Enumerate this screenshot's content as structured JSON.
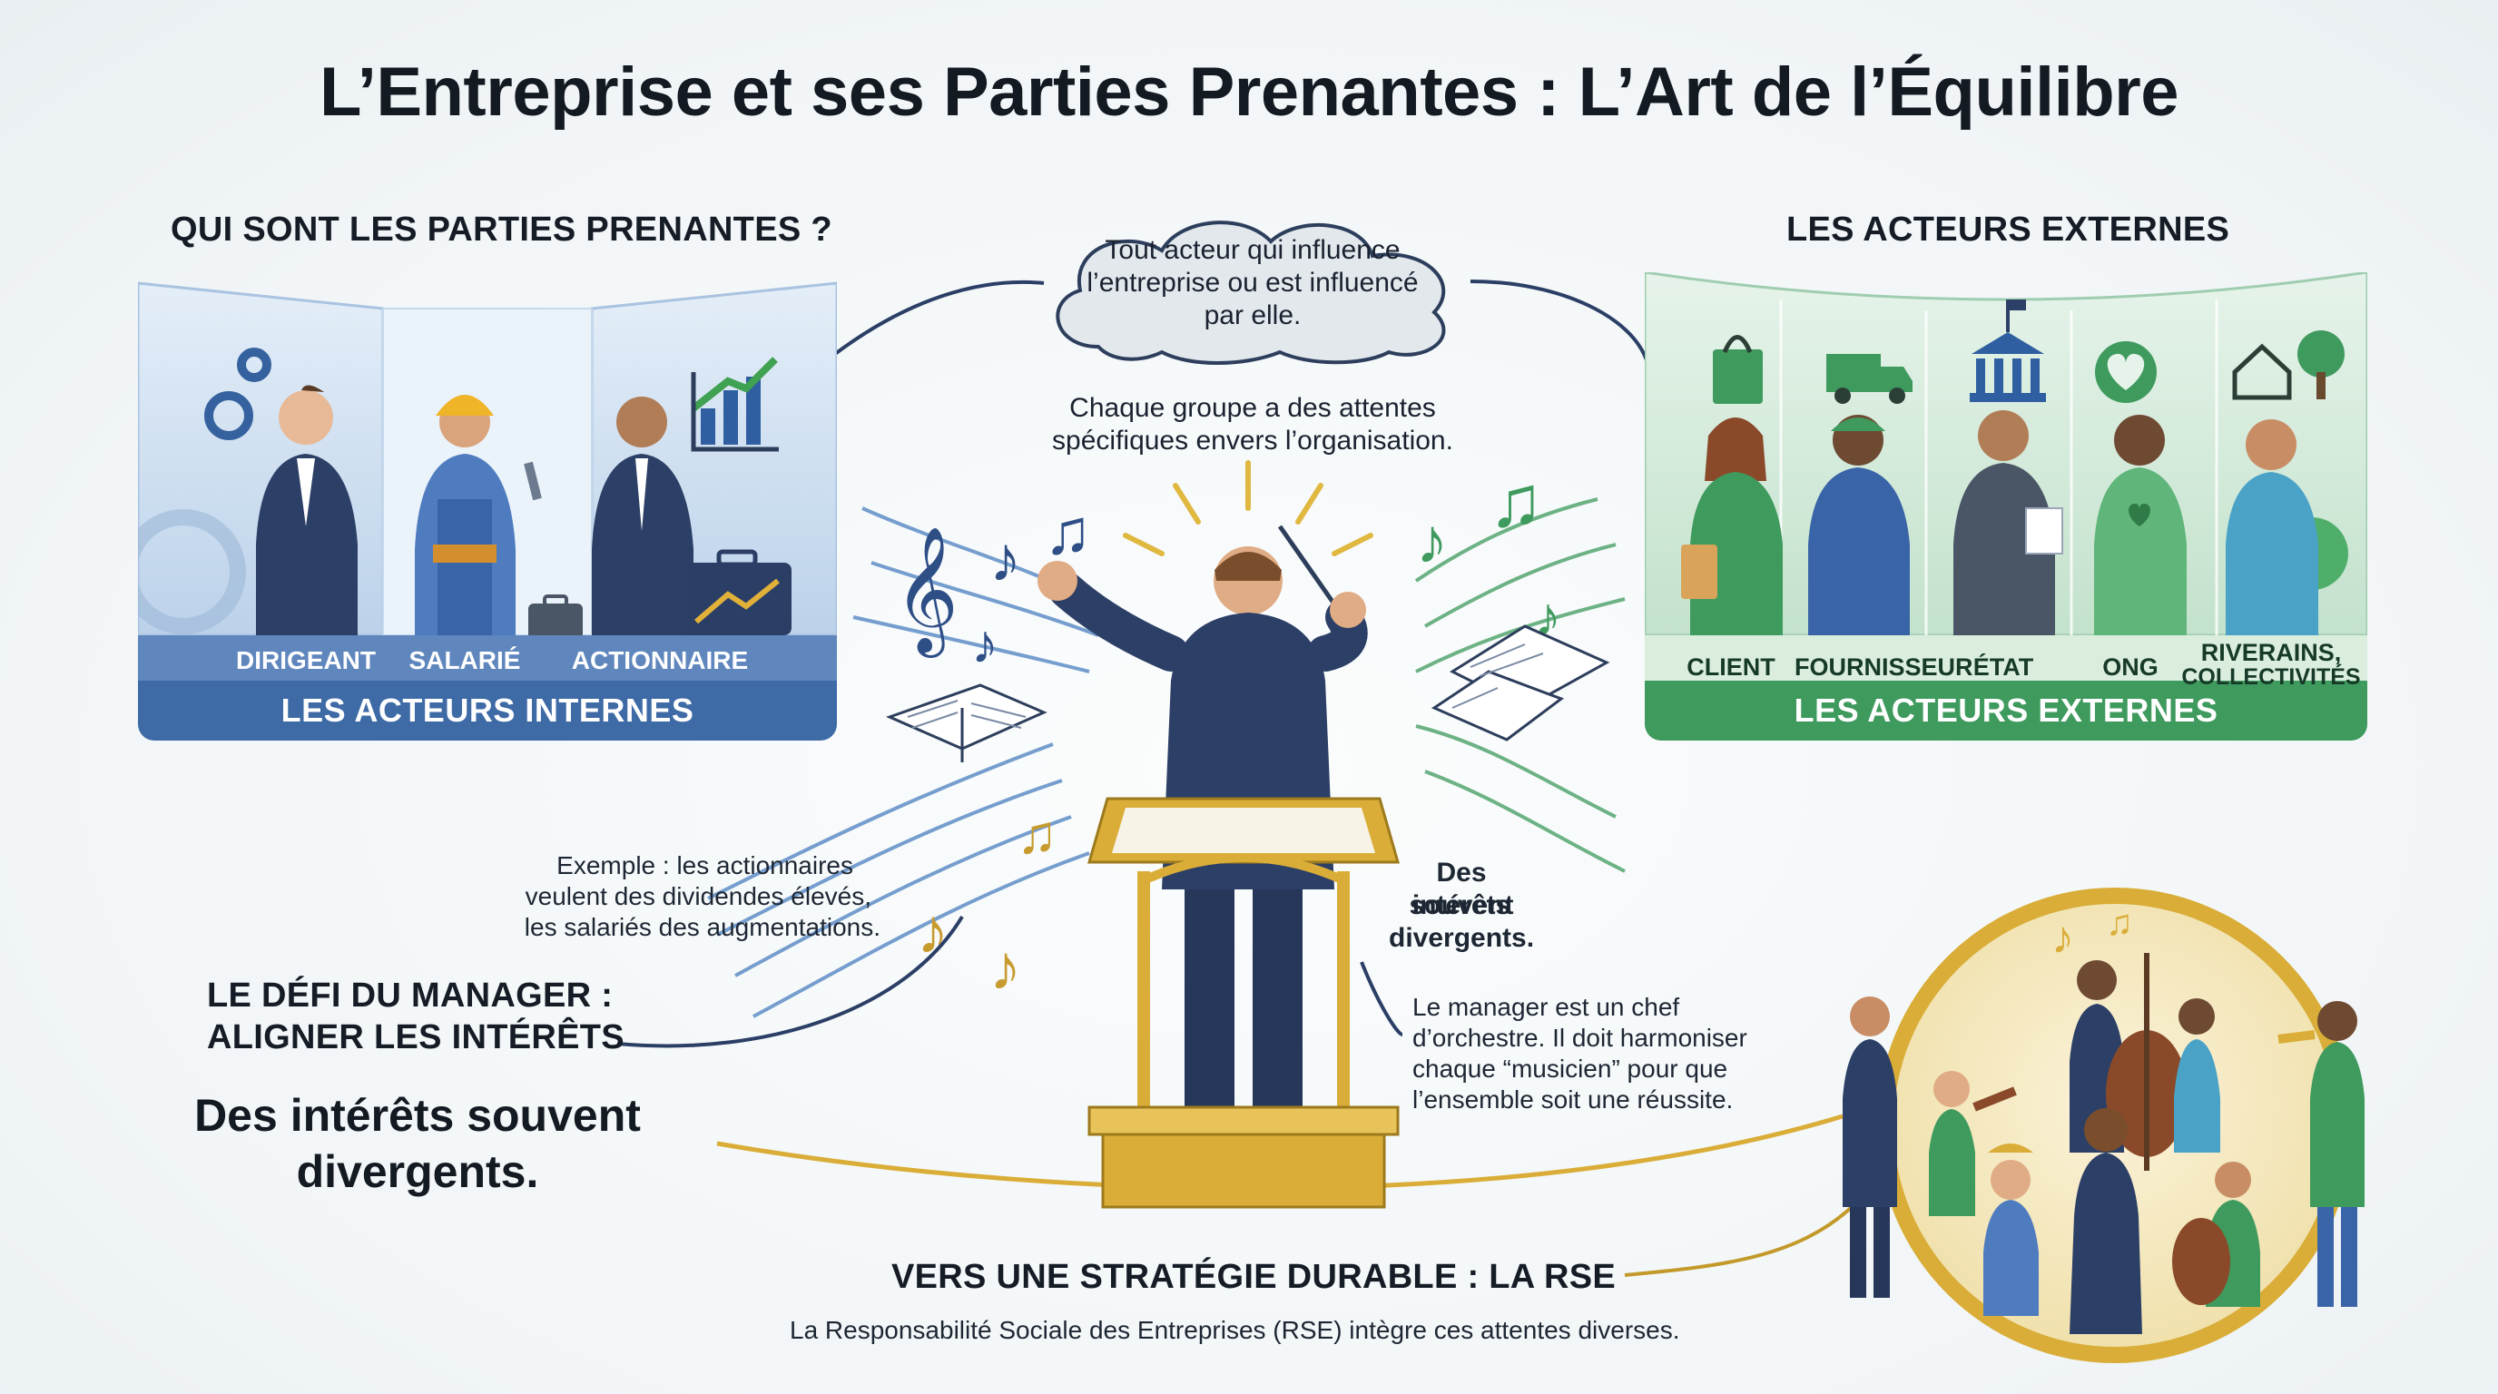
{
  "title": "L’Entreprise et ses Parties Prenantes : L’Art de l’Équilibre",
  "left_panel": {
    "heading": "QUI SONT LES PARTIES PRENANTES ?",
    "roles": [
      "DIRIGEANT",
      "SALARIÉ",
      "ACTIONNAIRE"
    ],
    "band": "LES ACTEURS INTERNES"
  },
  "right_panel": {
    "heading": "LES ACTEURS EXTERNES",
    "roles": [
      "CLIENT",
      "FOURNISSEUR",
      "ÉTAT",
      "ONG",
      "RIVERAINS,",
      "COLLECTIVITÉS"
    ],
    "band": "LES ACTEURS EXTERNES"
  },
  "center": {
    "cloud_text": "Tout acteur qui influence l’entreprise ou est influencé par elle.",
    "cloud_lines": [
      "Tout acteur qui influence",
      "l’entreprise ou est influencé",
      "par elle."
    ],
    "expectations": [
      "Chaque groupe a des attentes",
      "spécifiques envers l’organisation."
    ]
  },
  "example_lines": [
    "Exemple : les actionnaires",
    "veulent des dividendes élevés,",
    "les salariés des augmentations."
  ],
  "divergent_small": [
    "Des intérêts",
    "souvent",
    "divergents."
  ],
  "manager_lines": [
    "Le manager est un chef",
    "d’orchestre. Il doit harmoniser",
    "chaque “musicien” pour que",
    "l’ensemble soit une réussite."
  ],
  "challenge": {
    "heading_lines": [
      "LE DÉFI DU MANAGER :",
      "ALIGNER LES INTÉRÊTS"
    ],
    "sub_lines": [
      "Des intérêts souvent",
      "divergents."
    ]
  },
  "rse": {
    "heading": "VERS UNE STRATÉGIE DURABLE : LA RSE",
    "text": "La Responsabilité Sociale des Entreprises (RSE) intègre ces attentes diverses."
  },
  "colors": {
    "internal_blue": "#3e6aa6",
    "external_green": "#3f9a5e",
    "gold": "#d9ad37",
    "navy": "#2a3d63"
  },
  "icons": [
    "gears-icon",
    "growth-chart-icon",
    "briefcase-icon",
    "shopping-bag-icon",
    "delivery-truck-icon",
    "government-building-icon",
    "heart-leaf-icon",
    "house-tree-icon",
    "treble-clef-icon",
    "music-note-icon"
  ]
}
